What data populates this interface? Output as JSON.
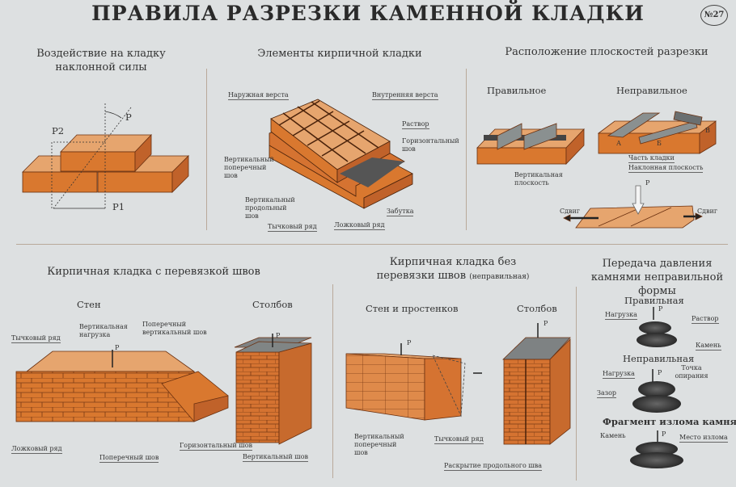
{
  "title": "ПРАВИЛА РАЗРЕЗКИ КАМЕННОЙ КЛАДКИ",
  "badge": "№27",
  "colors": {
    "background": "#dde0e1",
    "brick_front": "#d9782f",
    "brick_top": "#e6a56e",
    "brick_side": "#c0622a",
    "mortar": "#555555",
    "stone": "#3a3a3a"
  },
  "inclined_force": {
    "title_line1": "Воздействие на кладку",
    "title_line2": "наклонной силы",
    "p": "P",
    "p2": "P2",
    "p1": "P1"
  },
  "elements": {
    "title": "Элементы кирпичной кладки",
    "labels": [
      "Наружная верста",
      "Внутренняя верста",
      "Раствор",
      "Горизонтальный шов",
      "Вертикальный поперечный шов",
      "Вертикальный продольный шов",
      "Забутка",
      "Тычковый ряд",
      "Ложковый ряд"
    ]
  },
  "planes": {
    "title": "Расположение плоскостей разрезки",
    "correct": "Правильное",
    "incorrect": "Неправильное",
    "vertical_plane": "Вертикальная плоскость",
    "part": "Часть кладки",
    "inclined_plane": "Наклонная плоскость",
    "a": "А",
    "b": "Б",
    "v": "В",
    "p": "P",
    "shift_left": "Сдвиг",
    "shift_right": "Сдвиг"
  },
  "bonded": {
    "title": "Кирпичная кладка с перевязкой швов",
    "walls": "Стен",
    "columns": "Столбов",
    "header_row": "Тычковый ряд",
    "vertical_load": "Вертикальная нагрузка",
    "cross_vertical_joint": "Поперечный вертикальный шов",
    "p": "P",
    "stretcher_row": "Ложковый ряд",
    "cross_joint": "Поперечный шов",
    "horizontal_joint": "Горизонтальный шов",
    "vertical_joint": "Вертикальный шов",
    "p2": "P"
  },
  "unbonded": {
    "title_line1": "Кирпичная кладка без",
    "title_line2": "перевязки швов",
    "title_note": "(неправильная)",
    "walls": "Стен и простенков",
    "columns": "Столбов",
    "p": "P",
    "p2": "P",
    "vertical_cross_joint": "Вертикальный поперечный шов",
    "header_row": "Тычковый ряд",
    "opening": "Раскрытие продольного шва"
  },
  "stones": {
    "title_line1": "Передача давления",
    "title_line2": "камнями неправильной",
    "title_line3": "формы",
    "correct": "Правильная",
    "load1": "Нагрузка",
    "mortar": "Раствор",
    "stone1": "Камень",
    "incorrect": "Неправильная",
    "load2": "Нагрузка",
    "support_point": "Точка опирания",
    "gap": "Зазор",
    "fragment": "Фрагмент излома камня",
    "stone2": "Камень",
    "break_place": "Место излома",
    "p1": "P",
    "p2": "P",
    "p3": "P"
  }
}
